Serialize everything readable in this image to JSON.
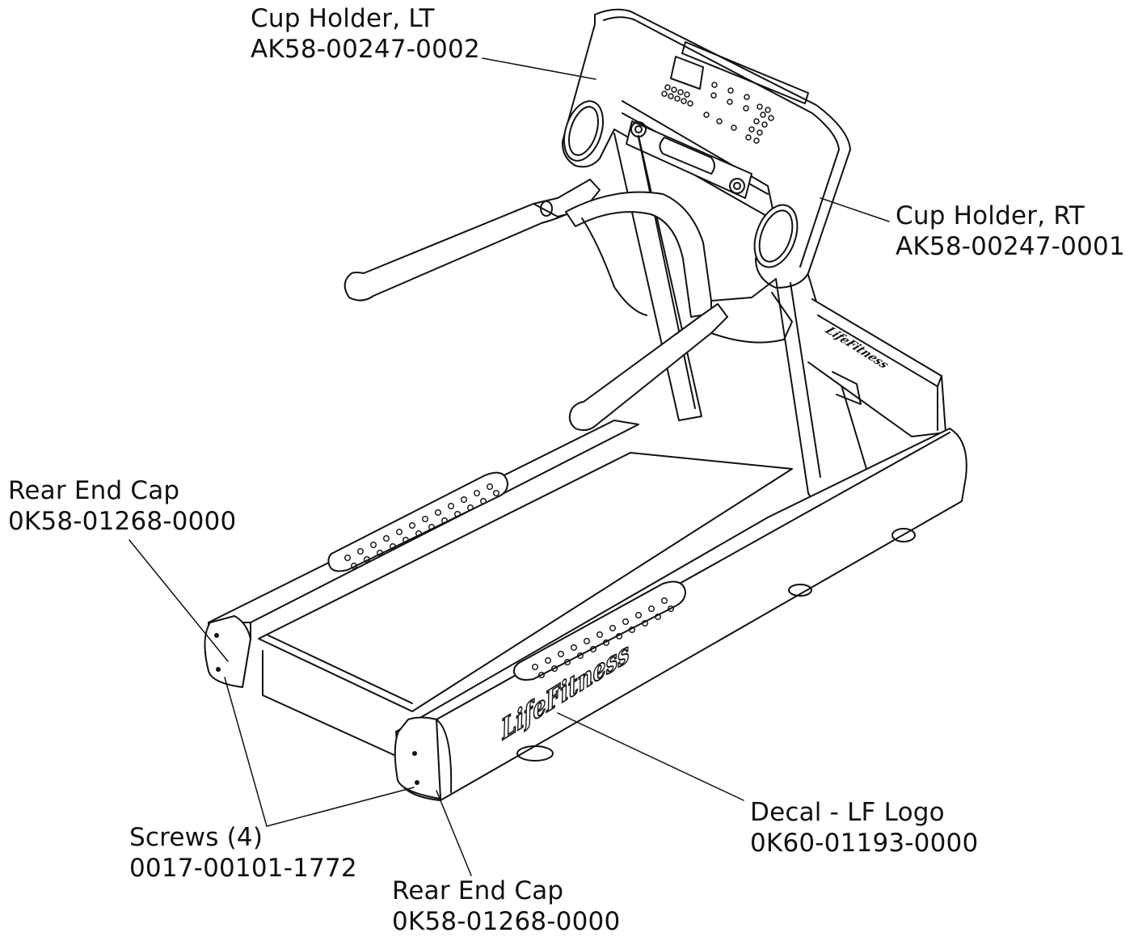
{
  "callouts": {
    "cup_holder_lt": {
      "name": "Cup Holder, LT",
      "part": "AK58-00247-0002"
    },
    "cup_holder_rt": {
      "name": "Cup Holder, RT",
      "part": "AK58-00247-0001"
    },
    "rear_end_cap_left": {
      "name": "Rear End Cap",
      "part": "0K58-01268-0000"
    },
    "screws": {
      "name": "Screws (4)",
      "part": "0017-00101-1772"
    },
    "decal": {
      "name": "Decal - LF Logo",
      "part": "0K60-01193-0000"
    },
    "rear_end_cap_right": {
      "name": "Rear End Cap",
      "part": "0K58-01268-0000"
    }
  },
  "logo_text": "LifeFitness"
}
